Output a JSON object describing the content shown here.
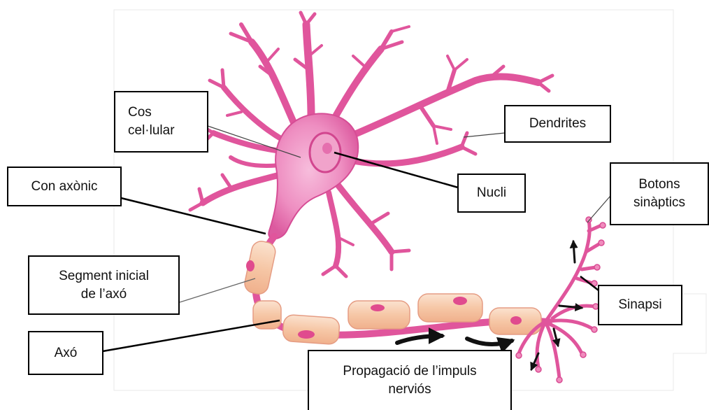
{
  "labels": {
    "cos_line1": "Cos",
    "cos_line2": "cel·lular",
    "dendrites": "Dendrites",
    "con_axonic": "Con axònic",
    "nucli": "Nucli",
    "botons_line1": "Botons",
    "botons_line2": "sinàptics",
    "segment_line1": "Segment inicial",
    "segment_line2": "de l’axó",
    "sinapsi": "Sinapsi",
    "axo": "Axó",
    "propagacio_line1": "Propagació de l’impuls",
    "propagacio_line2": "nerviós"
  },
  "colors": {
    "neuron_pink": "#e0559c",
    "soma_pink": "#ee8ec1",
    "myelin": "#f6c7a6",
    "node": "#e04b8e",
    "arrow": "#111111",
    "leader": "#000000"
  }
}
